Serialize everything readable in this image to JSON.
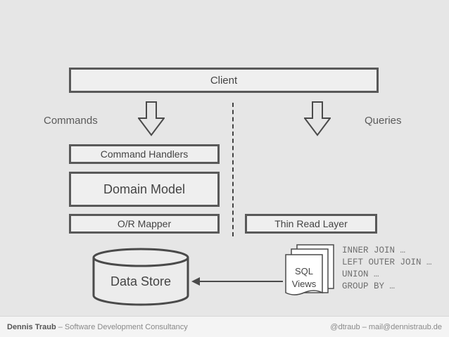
{
  "diagram": {
    "client": "Client",
    "commands": "Commands",
    "queries": "Queries",
    "command_handlers": "Command Handlers",
    "domain_model": "Domain Model",
    "or_mapper": "O/R Mapper",
    "thin_read_layer": "Thin Read Layer",
    "data_store": "Data Store",
    "sql_views": [
      "SQL",
      "Views"
    ],
    "sql_statements": [
      "INNER JOIN …",
      "LEFT OUTER JOIN …",
      "UNION …",
      "GROUP BY …"
    ]
  },
  "footer": {
    "author": "Dennis Traub",
    "tagline": " – Software Development Consultancy",
    "contact": "@dtraub – mail@dennistraub.de"
  }
}
